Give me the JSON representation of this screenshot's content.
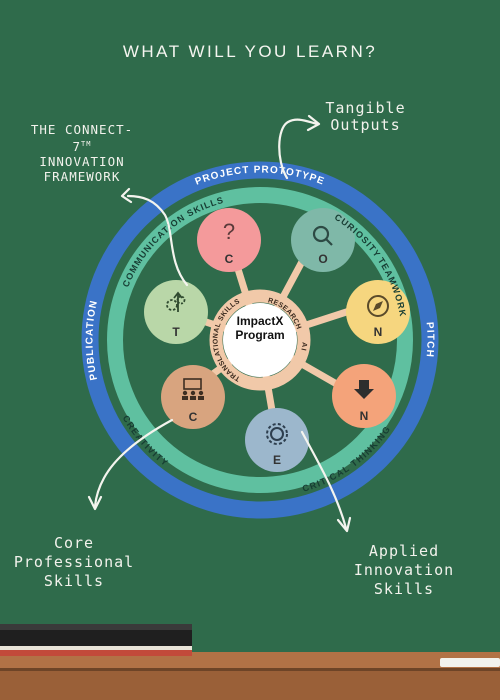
{
  "title": "WHAT WILL YOU LEARN?",
  "framework_label": {
    "line1": "THE CONNECT-",
    "line2": "7",
    "tm": "TM",
    "line3": "INNOVATION",
    "line4": "FRAMEWORK"
  },
  "tangible_outputs": {
    "line1": "Tangible",
    "line2": "Outputs"
  },
  "core_skills": {
    "line1": "Core",
    "line2": "Professional",
    "line3": "Skills"
  },
  "applied_skills": {
    "line1": "Applied",
    "line2": "Innovation",
    "line3": "Skills"
  },
  "hub": {
    "line1": "ImpactX",
    "line2": "Program"
  },
  "outer_ring": {
    "top": "PROJECT PROTOTYPE",
    "left": "PUBLICATION",
    "right": "PITCH"
  },
  "middle_ring": {
    "top_left": "COMMUNICATION SKILLS",
    "top_right": "CURIOSITY",
    "right": "TEAMWORK",
    "bottom_left": "CREATIVITY",
    "bottom_right": "CRITICAL THINKING"
  },
  "inner_ring": {
    "top": "RESEARCH",
    "left": "TRANSLATIONAL SKILLS",
    "right": "AI"
  },
  "nodes": [
    {
      "letter": "C",
      "icon": "question-icon",
      "color": "#f49a9b"
    },
    {
      "letter": "O",
      "icon": "magnifier-icon",
      "color": "#7fb8a8"
    },
    {
      "letter": "N",
      "icon": "compass-icon",
      "color": "#f6d67f"
    },
    {
      "letter": "N",
      "icon": "down-arrow-icon",
      "color": "#f4a37a"
    },
    {
      "letter": "E",
      "icon": "gear-icon",
      "color": "#9cb7cc"
    },
    {
      "letter": "C",
      "icon": "presentation-icon",
      "color": "#d8a47f"
    },
    {
      "letter": "T",
      "icon": "gears-arrow-icon",
      "color": "#b9d7a8"
    }
  ],
  "colors": {
    "board": "#2f6b4b",
    "outer_ring": "#3a73c7",
    "middle_ring": "#5fc0a0",
    "inner_ring": "#f1c9a9",
    "chalk": "#f2f2ec"
  }
}
